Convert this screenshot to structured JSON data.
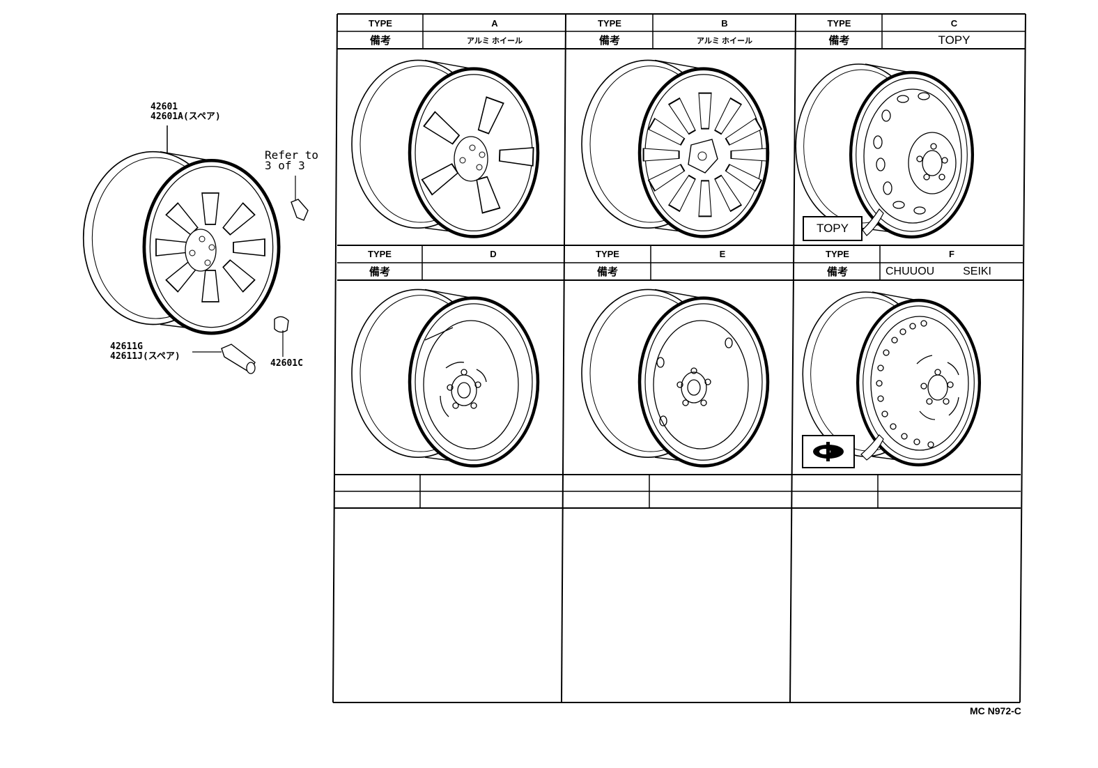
{
  "parts": {
    "wheel_no": "42601",
    "wheel_spare": "42601A(スペア)",
    "valve_no": "42611G",
    "valve_spare": "42611J(スペア)",
    "cap_no": "42601C",
    "refer_line1": "Refer to",
    "refer_line2": "3 of 3"
  },
  "table": {
    "header_label": "TYPE",
    "remarks_label": "備考",
    "types": [
      {
        "type": "A",
        "remark": "アルミ ホイール"
      },
      {
        "type": "B",
        "remark": "アルミ ホイール"
      },
      {
        "type": "C",
        "remark": "TOPY"
      },
      {
        "type": "D",
        "remark": ""
      },
      {
        "type": "E",
        "remark": ""
      },
      {
        "type": "F",
        "remark_left": "CHUUOU",
        "remark_right": "SEIKI"
      }
    ],
    "stamp_c": "TOPY"
  },
  "diagram_code": "MC N972-C"
}
